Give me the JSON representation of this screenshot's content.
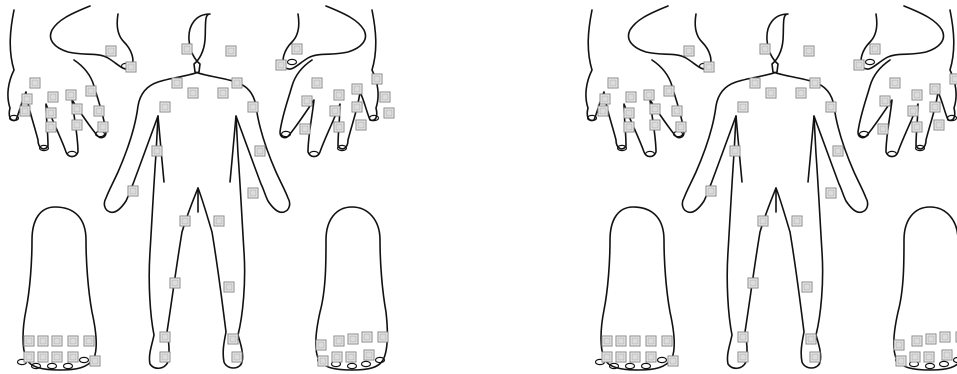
{
  "colors": {
    "outline": "#111111",
    "checkbox_border": "#8a8a8a",
    "checkbox_fill": "#f2f2f2",
    "checkbox_inner": "#dcdcdc"
  },
  "icons": [
    "body-outline-icon",
    "hand-outline-icon",
    "foot-outline-icon",
    "checkbox-icon"
  ],
  "diagrams": [
    {
      "name": "left-body-map",
      "checked_count": 0
    },
    {
      "name": "right-body-map",
      "checked_count": 0
    }
  ]
}
